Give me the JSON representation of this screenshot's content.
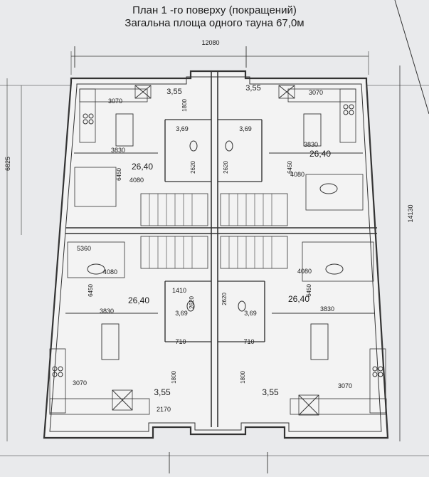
{
  "title_line1": "План 1 -го поверху (покращений)",
  "title_line2": "Загальна площа одного тауна 67,0м",
  "overall_width": "12080",
  "overall_height": "14130",
  "left_dim": "6825",
  "rooms": {
    "tl_kitchen_dim": "3070",
    "tl_toilet_area": "3,55",
    "tl_wc_height": "1800",
    "tl_bath_area": "3,69",
    "tl_bath_height": "2620",
    "tl_dining_dim": "3830",
    "tl_living_area": "26,40",
    "tl_living_height": "6450",
    "tl_living_width": "4080",
    "tr_toilet_area": "3,55",
    "tr_kitchen_dim": "3070",
    "tr_bath_area": "3,69",
    "tr_bath_height": "2620",
    "tr_dining_dim": "3830",
    "tr_living_area": "26,40",
    "tr_living_height": "6450",
    "tr_living_width": "4080",
    "bl_top_dim": "5360",
    "bl_living_width": "4080",
    "bl_living_height": "6450",
    "bl_living_area": "26,40",
    "bl_dining_dim": "3830",
    "bl_bath_width": "1410",
    "bl_bath_height": "2620",
    "bl_bath_area": "3,69",
    "bl_vest_dim": "710",
    "bl_kitchen_dim": "3070",
    "bl_toilet_area": "3,55",
    "bl_toilet_height": "1800",
    "bl_bottom_dim": "2170",
    "br_living_width": "4080",
    "br_living_height": "6450",
    "br_living_area": "26,40",
    "br_dining_dim": "3830",
    "br_bath_height": "2620",
    "br_bath_area": "3,69",
    "br_vest_dim": "710",
    "br_toilet_height": "1800",
    "br_toilet_area": "3,55",
    "br_kitchen_dim": "3070"
  }
}
